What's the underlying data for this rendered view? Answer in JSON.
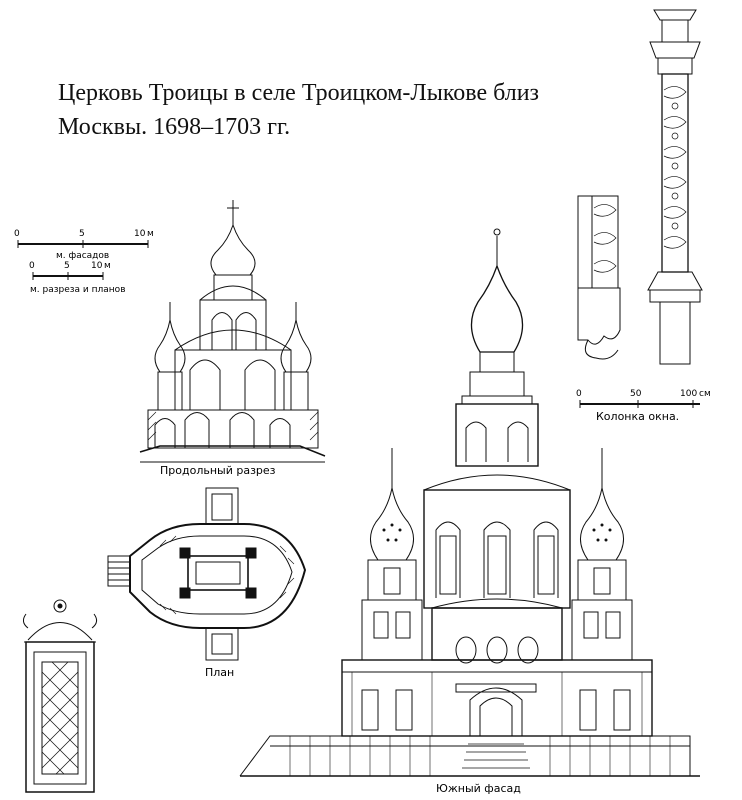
{
  "title_line1": "Церковь Троицы в селе Троицком-Лыкове близ",
  "title_line2": "Москвы. 1698–1703 гг.",
  "scale_facades": {
    "ticks": [
      "0",
      "5",
      "10"
    ],
    "unit": "м",
    "label": "м. фасадов"
  },
  "scale_sections": {
    "ticks": [
      "0",
      "5",
      "10"
    ],
    "unit": "м",
    "label": "м. разреза и планов"
  },
  "scale_column": {
    "ticks": [
      "0",
      "50",
      "100"
    ],
    "unit": "см",
    "label": "Колонка окна."
  },
  "captions": {
    "section": "Продольный разрез",
    "plan": "План",
    "south": "Южный фасад"
  }
}
